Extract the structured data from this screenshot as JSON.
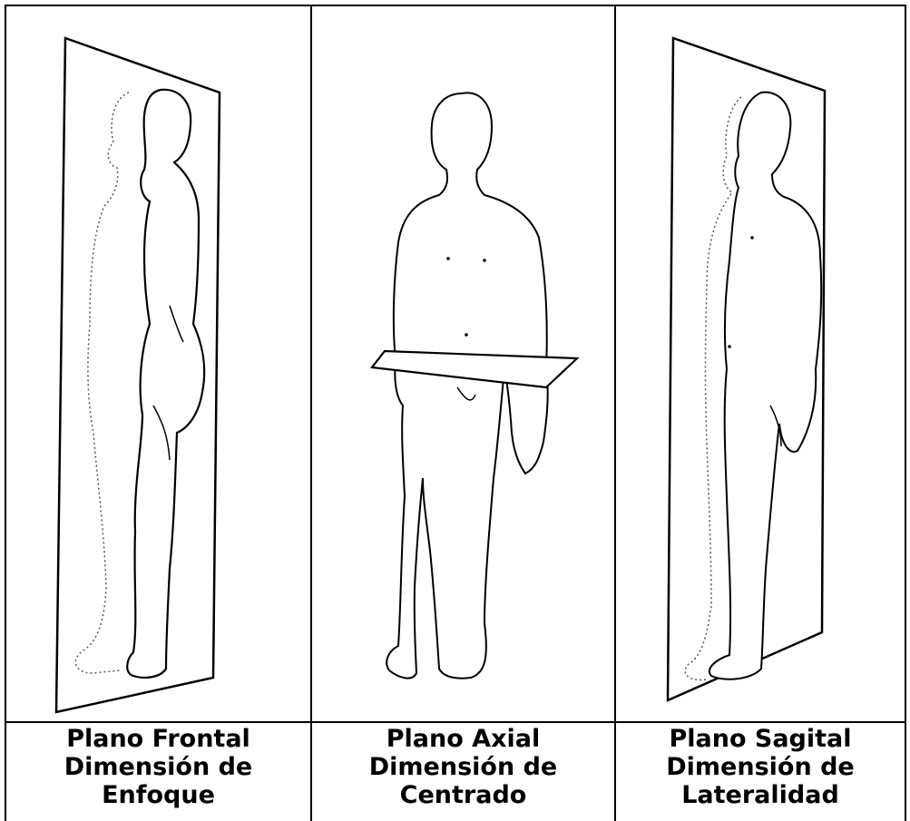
{
  "panels": [
    {
      "plane": "Plano Frontal",
      "line2": "Dimensión de",
      "line3": "Enfoque"
    },
    {
      "plane": "Plano Axial",
      "line2": "Dimensión de",
      "line3": "Centrado"
    },
    {
      "plane": "Plano Sagital",
      "line2": "Dimensión de",
      "line3": "Lateralidad"
    }
  ]
}
